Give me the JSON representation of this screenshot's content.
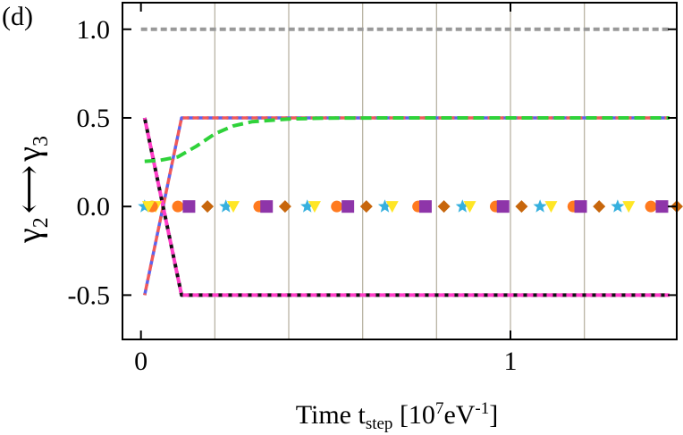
{
  "panel_label": "(d)",
  "chart_data": {
    "type": "line",
    "title": "",
    "xlabel": {
      "prefix": "Time t",
      "subscript": "step",
      "middle": " [10",
      "exp1": "7",
      "unit": "eV",
      "exp2": "-1",
      "suffix": "]"
    },
    "ylabel": {
      "left": "γ",
      "left_sub": "2",
      "arrow": "⟷",
      "right": "γ",
      "right_sub": "3"
    },
    "xlim": [
      -0.05,
      1.45
    ],
    "ylim": [
      -0.75,
      1.15
    ],
    "x_ticks": [
      {
        "value": 0,
        "label": "0"
      },
      {
        "value": 1,
        "label": "1"
      }
    ],
    "y_ticks": [
      {
        "value": 1.0,
        "label": "1.0"
      },
      {
        "value": 0.5,
        "label": "0.5"
      },
      {
        "value": 0.0,
        "label": "0.0"
      },
      {
        "value": -0.5,
        "label": "-0.5"
      }
    ],
    "grid_x": [
      0.2,
      0.4,
      0.6,
      0.8,
      1.0,
      1.2
    ],
    "series": [
      {
        "color": "#999999",
        "dash": "7 4",
        "width": 4,
        "points": [
          [
            0,
            1.0
          ],
          [
            1.43,
            1.0
          ]
        ]
      },
      {
        "color": "#5b63f0",
        "dash": "7 4",
        "width": 3.5,
        "points": [
          [
            0.01,
            -0.5
          ],
          [
            0.11,
            0.5
          ],
          [
            1.43,
            0.5
          ]
        ]
      },
      {
        "color": "#f05a5a",
        "dash": "7 4",
        "width": 3.5,
        "offset": 5,
        "points": [
          [
            0.01,
            -0.5
          ],
          [
            0.11,
            0.5
          ],
          [
            1.43,
            0.5
          ]
        ]
      },
      {
        "color": "#111111",
        "dash": "7 4",
        "width": 4,
        "points": [
          [
            0.01,
            0.5
          ],
          [
            0.11,
            -0.5
          ],
          [
            1.43,
            -0.5
          ]
        ]
      },
      {
        "color": "#ff3ec8",
        "dash": "7 4",
        "width": 4,
        "offset": 5,
        "points": [
          [
            0.01,
            0.5
          ],
          [
            0.11,
            -0.5
          ],
          [
            1.43,
            -0.5
          ]
        ]
      },
      {
        "color": "#2fd23a",
        "dash": "12 6",
        "width": 4,
        "points": [
          [
            0.01,
            0.255
          ],
          [
            0.05,
            0.26
          ],
          [
            0.1,
            0.28
          ],
          [
            0.15,
            0.34
          ],
          [
            0.2,
            0.41
          ],
          [
            0.25,
            0.455
          ],
          [
            0.3,
            0.478
          ],
          [
            0.4,
            0.494
          ],
          [
            0.5,
            0.499
          ],
          [
            0.7,
            0.5
          ],
          [
            1.43,
            0.5
          ]
        ]
      }
    ],
    "marker_series": [
      {
        "marker": "star",
        "color": "#36b0de",
        "x": [
          0.01,
          0.23,
          0.45,
          0.66,
          0.87,
          1.08,
          1.29
        ],
        "y": 0
      },
      {
        "marker": "circle",
        "color": "#ff7a1f",
        "x": [
          0.1,
          0.32,
          0.53,
          0.75,
          0.96,
          1.17,
          1.38
        ],
        "y": 0
      },
      {
        "marker": "triangle-down",
        "color": "#ffe626",
        "x": [
          0.04,
          0.25,
          0.47,
          0.68,
          0.89,
          1.11,
          1.32
        ],
        "y": 0
      },
      {
        "marker": "square",
        "color": "#8e35a9",
        "x": [
          0.13,
          0.34,
          0.56,
          0.77,
          0.98,
          1.19,
          1.41
        ],
        "y": 0
      },
      {
        "marker": "diamond",
        "color": "#c7660c",
        "x": [
          0.18,
          0.39,
          0.61,
          0.82,
          1.03,
          1.24,
          1.45
        ],
        "y": 0
      },
      {
        "marker": "circle",
        "color": "#ff7a1f",
        "x": [
          0.03
        ],
        "y": 0
      },
      {
        "marker": "triangle-down",
        "color": "#ffe626",
        "x": [
          0.02
        ],
        "y": 0
      }
    ]
  }
}
